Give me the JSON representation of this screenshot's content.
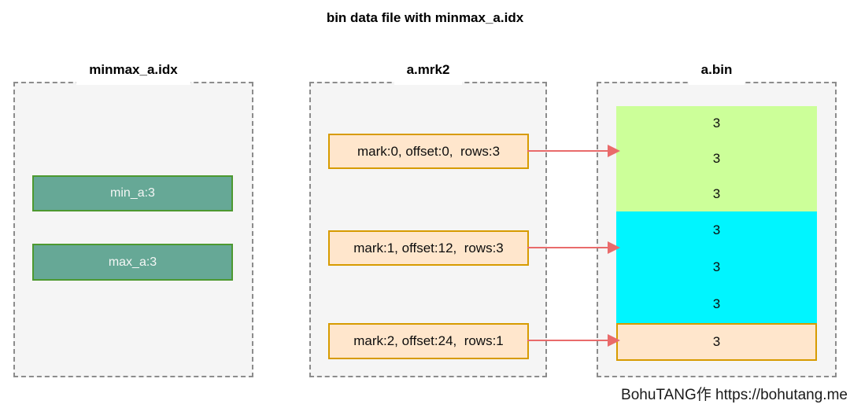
{
  "title": "bin data file with minmax_a.idx",
  "credit": "BohuTANG作 https://bohutang.me",
  "colors": {
    "granule_green": "#ccff99",
    "granule_cyan": "#00f5ff",
    "mark_fill": "#ffe6cc",
    "mark_border": "#d79b00",
    "minmax_fill": "#66a896",
    "minmax_border": "#4d9930",
    "arrow": "#e96b6b",
    "container_fill": "#f5f5f5",
    "container_border": "#8c8c8c"
  },
  "columns": {
    "minmax_idx": {
      "header": "minmax_a.idx",
      "entries": [
        {
          "label": "min_a:3"
        },
        {
          "label": "max_a:3"
        }
      ]
    },
    "mrk2": {
      "header": "a.mrk2",
      "marks": [
        {
          "label": "mark:0, offset:0,  rows:3"
        },
        {
          "label": "mark:1, offset:12,  rows:3"
        },
        {
          "label": "mark:2, offset:24,  rows:1"
        }
      ]
    },
    "bin": {
      "header": "a.bin",
      "granules": [
        {
          "rows": [
            "3",
            "3",
            "3"
          ]
        },
        {
          "rows": [
            "3",
            "3",
            "3"
          ]
        },
        {
          "rows": [
            "3"
          ]
        }
      ]
    }
  }
}
